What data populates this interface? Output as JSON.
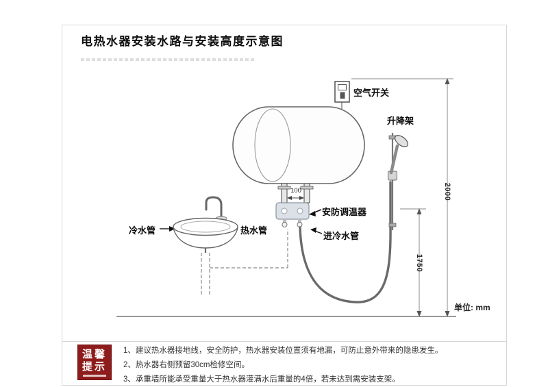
{
  "title": "电热水器安装水路与安装高度示意图",
  "diagram": {
    "air_switch": "空气开关",
    "lift_rack": "升降架",
    "thermostat": "安防调温器",
    "cold_water_pipe": "冷水管",
    "hot_water_pipe": "热水管",
    "cold_inlet_pipe": "进冷水管",
    "dim_total_height": "2000",
    "dim_rack_height": "1750",
    "dim_pipe_spacing": "100",
    "unit_note": "单位: mm"
  },
  "tips": {
    "badge": {
      "line1": "温馨",
      "line2": "提示"
    },
    "items": [
      "1、建议热水器接地线，安全防护，热水器安装位置须有地漏，可防止意外带来的隐患发生。",
      "2、热水器右侧预留30cm检修空间。",
      "3、承重墙所能承受重量大于热水器灌满水后重量的4倍，若未达到需安装支架。"
    ]
  },
  "colors": {
    "accent_red": "#8e1c1c",
    "line_gray": "#666666"
  }
}
